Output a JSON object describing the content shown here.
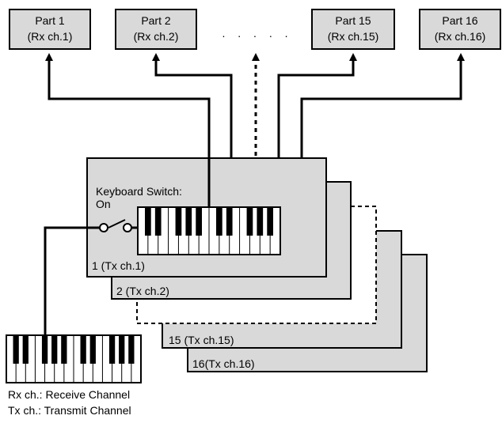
{
  "parts": [
    {
      "name": "Part 1",
      "channel": "(Rx ch.1)"
    },
    {
      "name": "Part 2",
      "channel": "(Rx ch.2)"
    },
    {
      "name": "Part 15",
      "channel": "(Rx ch.15)"
    },
    {
      "name": "Part 16",
      "channel": "(Rx ch.16)"
    }
  ],
  "ellipsis": ". . . . .",
  "layers": [
    {
      "label": "1 (Tx ch.1)"
    },
    {
      "label": "2 (Tx ch.2)"
    },
    {
      "label": "15 (Tx ch.15)"
    },
    {
      "label": "16(Tx ch.16)"
    }
  ],
  "keyboard_switch": {
    "line1": "Keyboard Switch:",
    "line2": "On"
  },
  "legend": {
    "rx": "Rx ch.: Receive Channel",
    "tx": "Tx ch.: Transmit Channel"
  }
}
